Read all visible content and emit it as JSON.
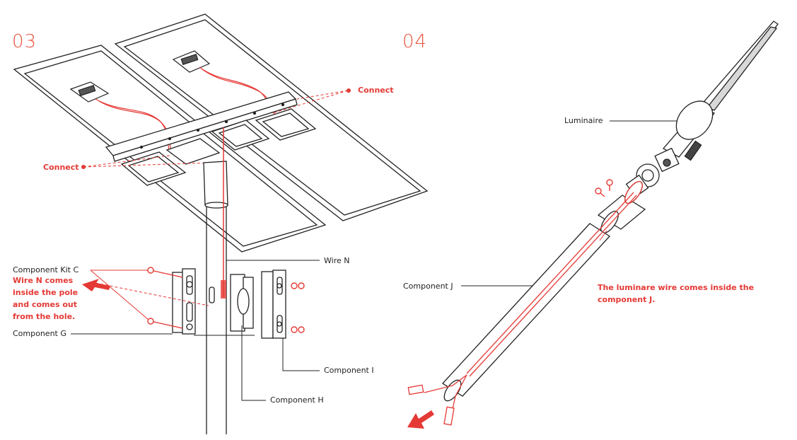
{
  "steps": {
    "step3": "03",
    "step4": "04"
  },
  "step3_labels": {
    "connect_top": "Connect",
    "connect_left": "Connect",
    "wire_n": "Wire N",
    "component_kit_c": "Component Kit C",
    "wire_n_note": [
      "Wire N comes",
      "inside the pole",
      "and comes out",
      "from the hole."
    ],
    "component_g": "Component G",
    "component_i": "Component I",
    "component_h": "Component H"
  },
  "step4_labels": {
    "luminaire": "Luminaire",
    "component_j": "Component J",
    "note": [
      "The luminare wire comes inside the",
      "component J."
    ]
  },
  "colors": {
    "accent": "#e53935",
    "line": "#222222"
  }
}
